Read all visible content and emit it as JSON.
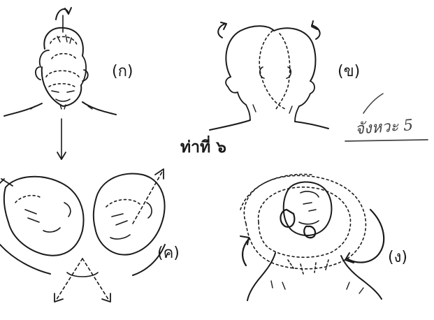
{
  "labels": {
    "a": "(ก)",
    "b": "(ข)",
    "c": "(ค)",
    "d": "(ง)"
  },
  "pose_title": "ท่าที่ ๖",
  "rhythm_note": "จังหวะ 5",
  "colors": {
    "ink": "#1a1a1a",
    "pencil": "#444444",
    "background": "#ffffff"
  }
}
